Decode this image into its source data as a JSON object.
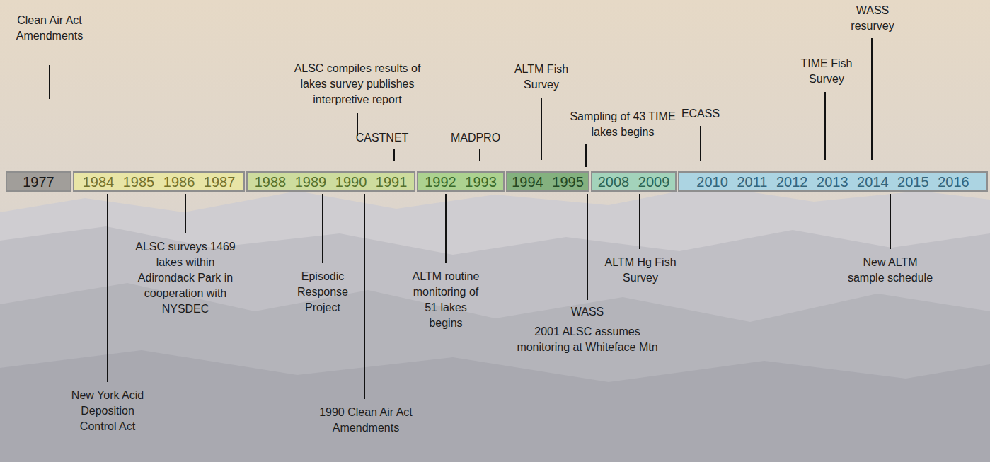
{
  "diagram": {
    "nodes": [
      {
        "text": [
          "1977"
        ]
      },
      {
        "text": [
          "1984 1985 1986 1987"
        ]
      },
      {
        "text": [
          "1988 1989 1990 1991"
        ]
      },
      {
        "text": [
          "1992 1993"
        ]
      },
      {
        "text": [
          "1994 1995"
        ]
      },
      {
        "text": [
          "2008 2009"
        ]
      },
      {
        "text": [
          "2010 2011 2012 2013 2014 2015 2016"
        ]
      }
    ],
    "labels": [
      "Clean Air Act Amendments",
      "ALSC compiles results of lakes survey publishes interpretive report",
      "CASTNET",
      "MADPRO",
      "ALTM Fish Survey",
      "Sampling of 43 TIME lakes begins",
      "ECASS",
      "TIME Fish Survey",
      "WASS resurvey",
      "New York Acid Deposition Control Act",
      "ALSC surveys 1469 lakes within Adirondack Park in cooperation with NYSDEC",
      "Episodic Response Project",
      "1990 Clean Air Act Amendments",
      "ALTM routine monitoring of 51 lakes begins",
      "WASS",
      "2001 ALSC assumes monitoring at Whiteface Mtn",
      "ALTM Hg Fish Survey",
      "New ALTM sample schedule"
    ]
  }
}
